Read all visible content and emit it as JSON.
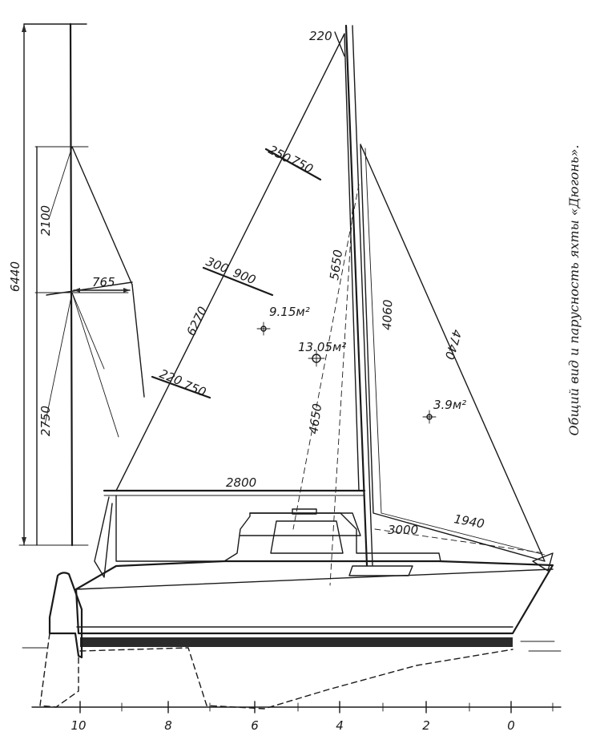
{
  "caption": "Общий вид и парусность яхты «Дюгонь».",
  "mast_dimensions": {
    "total_height": "6440",
    "upper_segment": "2100",
    "lower_segment": "2750",
    "spreader_length": "765"
  },
  "mainsail": {
    "head_width": "220",
    "batten_top_offset": "250",
    "batten_top_length": "750",
    "batten_mid_offset": "300",
    "batten_mid_length": "900",
    "batten_low_offset": "220",
    "batten_low_length": "750",
    "luff": "6270",
    "leech": "5650",
    "foot": "2800",
    "area": "9.15м²"
  },
  "jib": {
    "luff": "4740",
    "leech": "4060",
    "foot": "1940",
    "area": "3.9м²"
  },
  "total": {
    "area": "13.05м²",
    "center_height": "4650"
  },
  "hull": {
    "deck_length": "3000"
  },
  "scale": {
    "ticks": [
      "10",
      "8",
      "6",
      "4",
      "2",
      "0"
    ]
  }
}
